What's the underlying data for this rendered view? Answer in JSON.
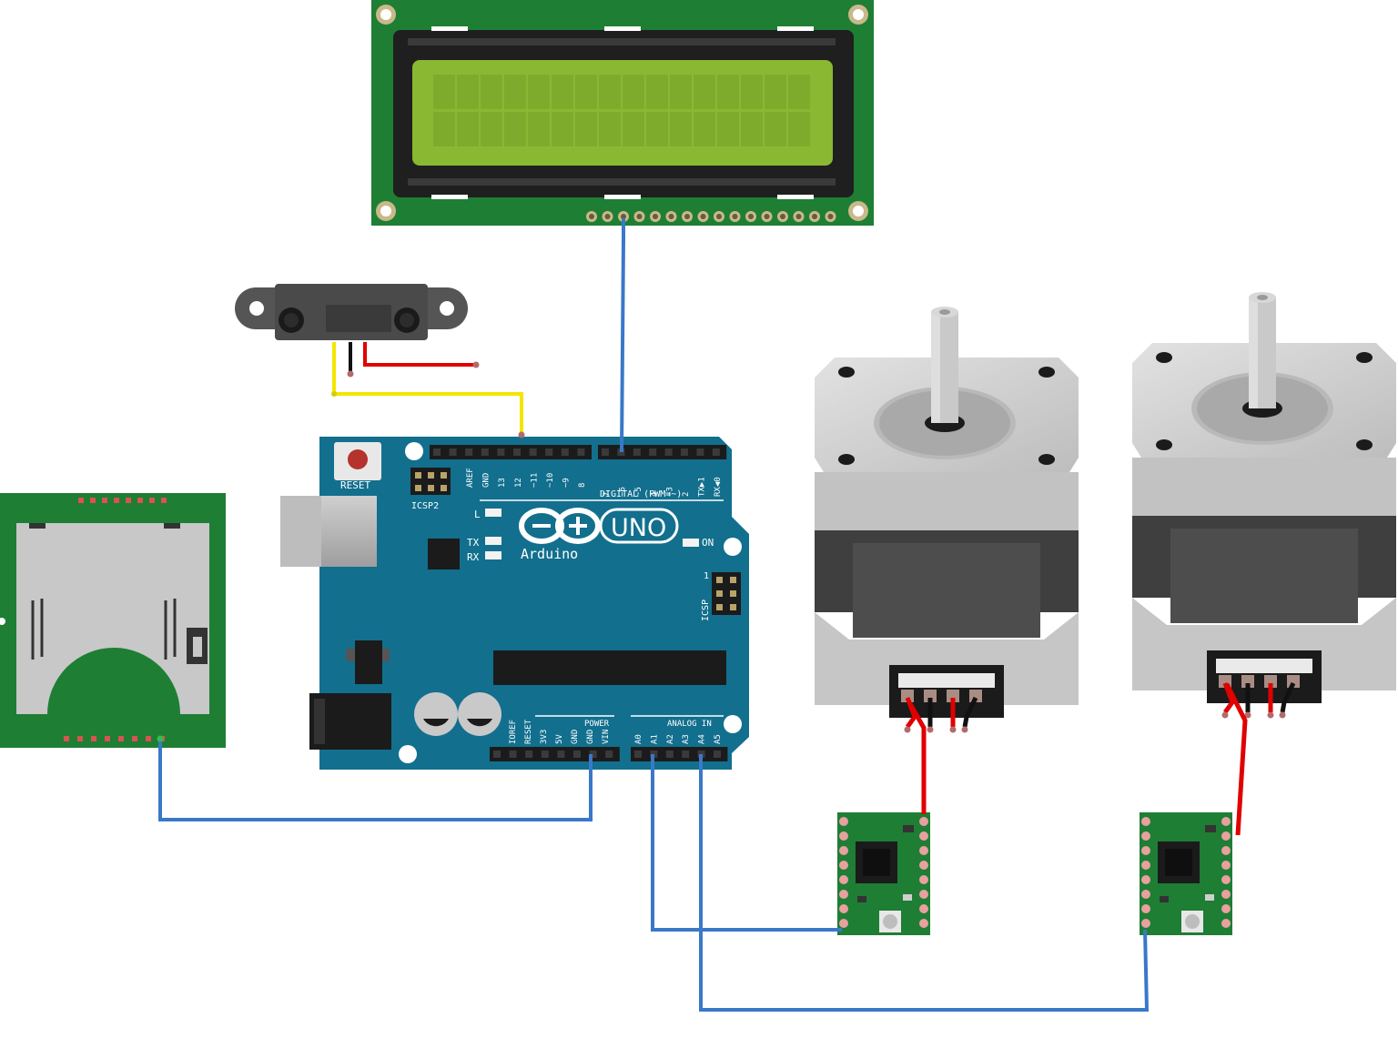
{
  "arduino": {
    "brand": "Arduino",
    "model": "UNO",
    "reset": "RESET",
    "icsp2": "ICSP2",
    "icsp": "ICSP",
    "icsp_pin1": "1",
    "led_l": "L",
    "led_tx": "TX",
    "led_rx": "RX",
    "led_on": "ON",
    "digital_label": "DIGITAL (PWM=~)",
    "power_label": "POWER",
    "analog_label": "ANALOG IN",
    "digital_pins": [
      "AREF",
      "GND",
      "13",
      "12",
      "~11",
      "~10",
      "~9",
      "8",
      "7",
      "~6",
      "~5",
      "4",
      "~3",
      "2",
      "TX▶1",
      "RX◀0"
    ],
    "power_pins": [
      "IOREF",
      "RESET",
      "3V3",
      "5V",
      "GND",
      "GND",
      "VIN"
    ],
    "analog_pins": [
      "A0",
      "A1",
      "A2",
      "A3",
      "A4",
      "A5"
    ]
  },
  "colors": {
    "board_blue": "#126f8e",
    "pcb_green": "#1e7e34",
    "lcd_screen": "#8ab832",
    "wire_blue": "#3a78c8",
    "wire_yellow": "#f4e600",
    "wire_red": "#e00000",
    "wire_black": "#111111",
    "motor_gray": "#c8c8c8"
  }
}
